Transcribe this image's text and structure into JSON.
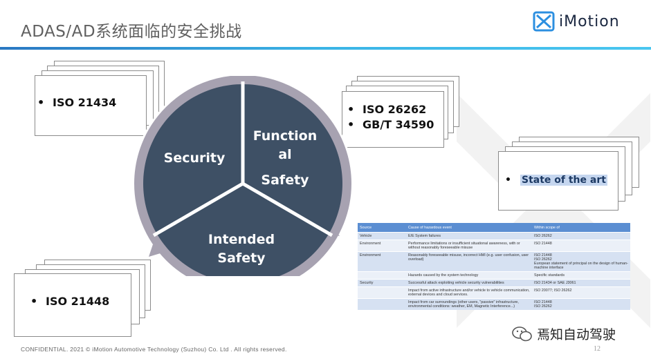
{
  "slide": {
    "title": "ADAS/AD系统面临的安全挑战",
    "brand": "iMotion",
    "footer": "CONFIDENTIAL. 2021 © iMotion Automotive Technology (Suzhou) Co. Ltd . All rights reserved.",
    "page_number": "12",
    "wechat_label": "焉知自动驾驶"
  },
  "diagram": {
    "segments": [
      {
        "lines": [
          "Security"
        ]
      },
      {
        "lines": [
          "Function",
          "al",
          "Safety"
        ]
      },
      {
        "lines": [
          "Intended",
          "Safety"
        ]
      }
    ]
  },
  "notes": {
    "security": [
      "ISO 21434"
    ],
    "functional": [
      "ISO 26262",
      "GB/T 34590"
    ],
    "state_of_art": [
      "State of the art"
    ],
    "intended": [
      "ISO 21448"
    ]
  },
  "table": {
    "headers": [
      "Source",
      "Cause of hazardous event",
      "Within scope of"
    ],
    "rows": [
      [
        "Vehicle",
        "E/E System failures",
        "ISO 26262"
      ],
      [
        "Environment",
        "Performance limitations or insufficient situational awareness, with or without reasonably foreseeable misuse",
        "ISO 21448"
      ],
      [
        "Environment",
        "Reasonably foreseeable misuse, incorrect HMI (e.g. user confusion, user overload)",
        "ISO 21448\nISO 26262\nEuropean statement of principal on the design of human-machine interface"
      ],
      [
        "",
        "Hazards caused by the system technology",
        "Specific standards"
      ],
      [
        "Security",
        "Successful attack exploiting vehicle security vulnerabilities",
        "ISO 21434 or SAE J3061"
      ],
      [
        "",
        "Impact from active infrastructure and/or vehicle to vehicle communication, external devices and cloud services.",
        "ISO 20077; ISO 26262"
      ],
      [
        "",
        "Impact from car surroundings (other users, \"passive\" infrastructure, environmental conditions: weather, EM, Magnetic Interference...)",
        "ISO 21448\nISO 26262"
      ]
    ]
  }
}
